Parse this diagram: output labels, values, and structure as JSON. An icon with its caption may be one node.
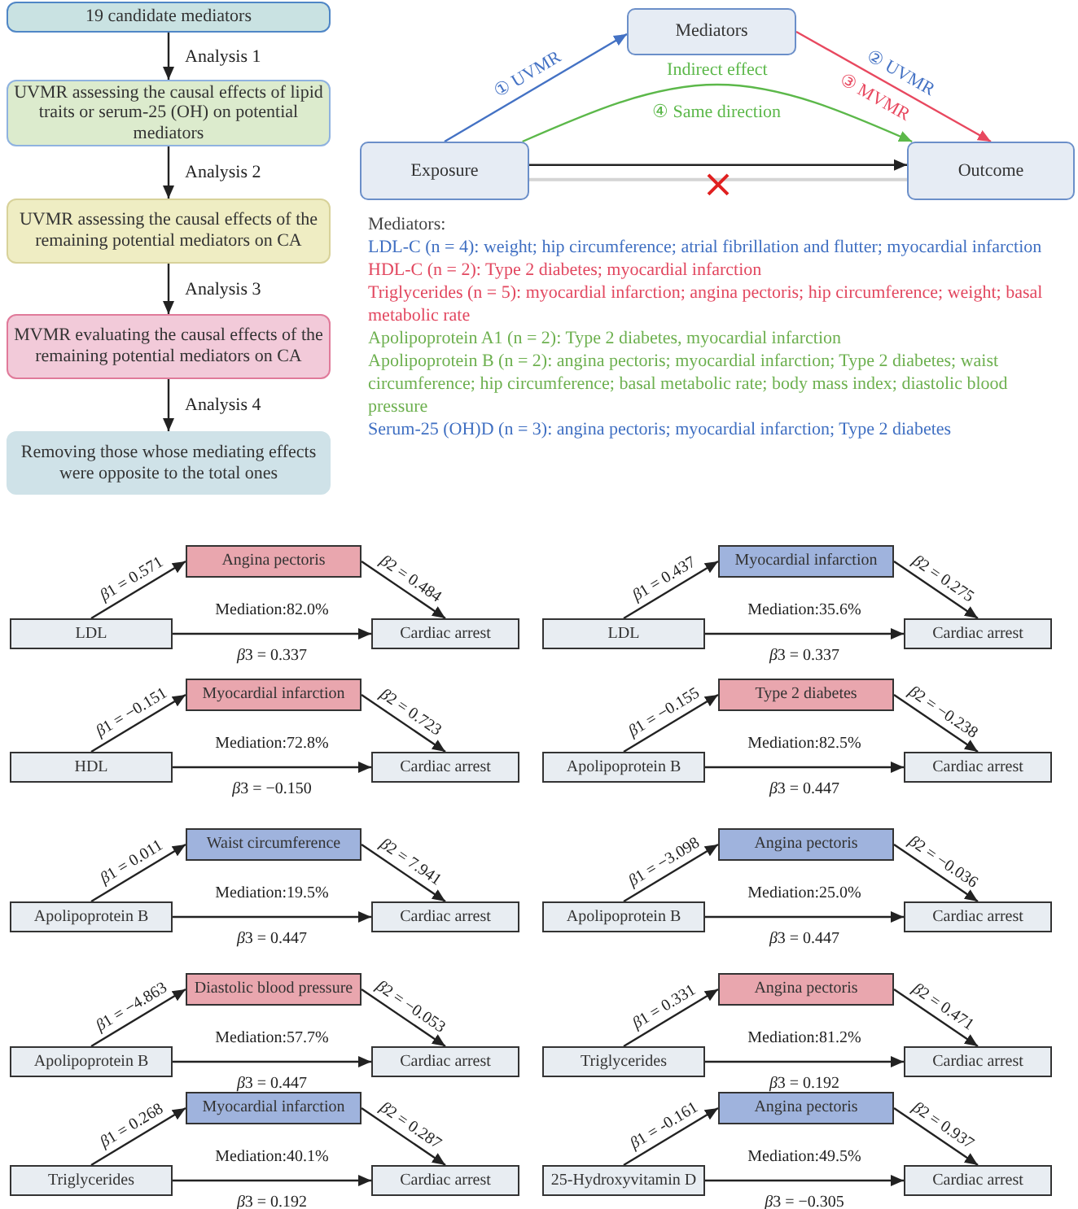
{
  "diagram": {
    "nodes": [
      {
        "text": [
          "19 candidate mediators"
        ]
      },
      {
        "text": [
          "UVMR assessing the causal effects of lipid traits or serum-25 (OH) on potential mediators"
        ]
      },
      {
        "text": [
          "UVMR assessing the causal effects of the remaining potential mediators on CA"
        ]
      },
      {
        "text": [
          "MVMR evaluating the causal effects of the remaining potential mediators on CA"
        ]
      },
      {
        "text": [
          "Removing those whose mediating effects were opposite to the total ones"
        ]
      },
      {
        "text": [
          "Mediators"
        ]
      },
      {
        "text": [
          "Exposure"
        ]
      },
      {
        "text": [
          "Outcome"
        ]
      },
      {
        "text": [
          "Angina pectoris"
        ]
      },
      {
        "text": [
          "LDL"
        ]
      },
      {
        "text": [
          "Cardiac arrest"
        ]
      },
      {
        "text": [
          "Myocardial infarction"
        ]
      },
      {
        "text": [
          "LDL"
        ]
      },
      {
        "text": [
          "Cardiac arrest"
        ]
      },
      {
        "text": [
          "Myocardial infarction"
        ]
      },
      {
        "text": [
          "HDL"
        ]
      },
      {
        "text": [
          "Cardiac arrest"
        ]
      },
      {
        "text": [
          "Type 2 diabetes"
        ]
      },
      {
        "text": [
          "Apolipoprotein B"
        ]
      },
      {
        "text": [
          "Cardiac arrest"
        ]
      },
      {
        "text": [
          "Waist circumference"
        ]
      },
      {
        "text": [
          "Apolipoprotein B"
        ]
      },
      {
        "text": [
          "Cardiac arrest"
        ]
      },
      {
        "text": [
          "Angina pectoris"
        ]
      },
      {
        "text": [
          "Apolipoprotein B"
        ]
      },
      {
        "text": [
          "Cardiac arrest"
        ]
      },
      {
        "text": [
          "Diastolic blood pressure"
        ]
      },
      {
        "text": [
          "Apolipoprotein B"
        ]
      },
      {
        "text": [
          "Cardiac arrest"
        ]
      },
      {
        "text": [
          "Angina pectoris"
        ]
      },
      {
        "text": [
          "Triglycerides"
        ]
      },
      {
        "text": [
          "Cardiac arrest"
        ]
      },
      {
        "text": [
          "Myocardial infarction"
        ]
      },
      {
        "text": [
          "Triglycerides"
        ]
      },
      {
        "text": [
          "Cardiac arrest"
        ]
      },
      {
        "text": [
          "Angina pectoris"
        ]
      },
      {
        "text": [
          "25-Hydroxyvitamin D"
        ]
      },
      {
        "text": [
          "Cardiac arrest"
        ]
      }
    ],
    "edges": [
      {
        "from": 0,
        "to": 1,
        "arrow": "to",
        "label": "Analysis 1"
      },
      {
        "from": 1,
        "to": 2,
        "arrow": "to",
        "label": "Analysis 2"
      },
      {
        "from": 2,
        "to": 3,
        "arrow": "to",
        "label": "Analysis 3"
      },
      {
        "from": 3,
        "to": 4,
        "arrow": "to",
        "label": "Analysis 4"
      },
      {
        "from": 6,
        "to": 5,
        "arrow": "to",
        "label": "① UVMR",
        "color": "#4472c4"
      },
      {
        "from": 5,
        "to": 7,
        "arrow": "to",
        "label": "② UVMR",
        "color": "#e8485f"
      },
      {
        "from": 6,
        "to": 7,
        "arrow": "to",
        "label": "Indirect effect",
        "color": "#5cb84a"
      },
      {
        "from": 6,
        "to": 7,
        "arrow": "to"
      },
      {
        "from": 6,
        "to": 7,
        "arrow": "none",
        "color": "#d4d4d4"
      },
      {
        "from": 9,
        "to": 8,
        "arrow": "to",
        "label": "β1 = 0.571"
      },
      {
        "from": 8,
        "to": 10,
        "arrow": "to",
        "label": "β2 = 0.484"
      },
      {
        "from": 9,
        "to": 10,
        "arrow": "to",
        "label": "β3 = 0.337"
      },
      {
        "from": 12,
        "to": 11,
        "arrow": "to",
        "label": "β1 = 0.437"
      },
      {
        "from": 11,
        "to": 13,
        "arrow": "to",
        "label": "β2 = 0.275"
      },
      {
        "from": 12,
        "to": 13,
        "arrow": "to",
        "label": "β3 = 0.337"
      },
      {
        "from": 15,
        "to": 14,
        "arrow": "to",
        "label": "β1 = −0.151"
      },
      {
        "from": 14,
        "to": 16,
        "arrow": "to",
        "label": "β2 = 0.723"
      },
      {
        "from": 15,
        "to": 16,
        "arrow": "to",
        "label": "β3 = −0.150"
      },
      {
        "from": 18,
        "to": 17,
        "arrow": "to",
        "label": "β1 = −0.155"
      },
      {
        "from": 17,
        "to": 19,
        "arrow": "to",
        "label": "β2 = −0.238"
      },
      {
        "from": 18,
        "to": 19,
        "arrow": "to",
        "label": "β3 = 0.447"
      },
      {
        "from": 21,
        "to": 20,
        "arrow": "to",
        "label": "β1 = 0.011"
      },
      {
        "from": 20,
        "to": 22,
        "arrow": "to",
        "label": "β2 = 7.941"
      },
      {
        "from": 21,
        "to": 22,
        "arrow": "to",
        "label": "β3 = 0.447"
      },
      {
        "from": 24,
        "to": 23,
        "arrow": "to",
        "label": "β1 = −3.098"
      },
      {
        "from": 23,
        "to": 25,
        "arrow": "to",
        "label": "β2 = −0.036"
      },
      {
        "from": 24,
        "to": 25,
        "arrow": "to",
        "label": "β3 = 0.447"
      },
      {
        "from": 27,
        "to": 26,
        "arrow": "to",
        "label": "β1 = −4.863"
      },
      {
        "from": 26,
        "to": 28,
        "arrow": "to",
        "label": "β2 = −0.053"
      },
      {
        "from": 27,
        "to": 28,
        "arrow": "to",
        "label": "β3 = 0.447"
      },
      {
        "from": 30,
        "to": 29,
        "arrow": "to",
        "label": "β1 = 0.331"
      },
      {
        "from": 29,
        "to": 31,
        "arrow": "to",
        "label": "β2 = 0.471"
      },
      {
        "from": 30,
        "to": 31,
        "arrow": "to",
        "label": "β3 = 0.192"
      },
      {
        "from": 33,
        "to": 32,
        "arrow": "to",
        "label": "β1 = 0.268"
      },
      {
        "from": 32,
        "to": 34,
        "arrow": "to",
        "label": "β2 = 0.287"
      },
      {
        "from": 33,
        "to": 34,
        "arrow": "to",
        "label": "β3 = 0.192"
      },
      {
        "from": 36,
        "to": 35,
        "arrow": "to",
        "label": "β1 = -0.161"
      },
      {
        "from": 35,
        "to": 37,
        "arrow": "to",
        "label": "β2 = 0.937"
      },
      {
        "from": 36,
        "to": 37,
        "arrow": "to",
        "label": "β3 = −0.305"
      }
    ],
    "labels": [
      "③ MVMR",
      "④ Same direction",
      "Mediators:",
      "LDL-C (n = 4): weight; hip circumference; atrial fibrillation and flutter; myocardial infarction",
      "HDL-C (n = 2): Type 2 diabetes; myocardial infarction",
      "Triglycerides (n = 5): myocardial infarction; angina pectoris; hip circumference; weight; basal metabolic rate",
      "Apolipoprotein A1 (n = 2): Type 2 diabetes, myocardial infarction",
      "Apolipoprotein B (n = 2): angina pectoris; myocardial infarction; Type 2 diabetes; waist circumference; hip circumference; basal metabolic rate; body mass index; diastolic blood pressure",
      "Serum-25 (OH)D (n = 3): angina pectoris; myocardial infarction; Type 2 diabetes",
      "Mediation:82.0%",
      "Mediation:35.6%",
      "Mediation:72.8%",
      "Mediation:82.5%",
      "Mediation:19.5%",
      "Mediation:25.0%",
      "Mediation:57.7%",
      "Mediation:81.2%",
      "Mediation:40.1%",
      "Mediation:49.5%"
    ]
  }
}
